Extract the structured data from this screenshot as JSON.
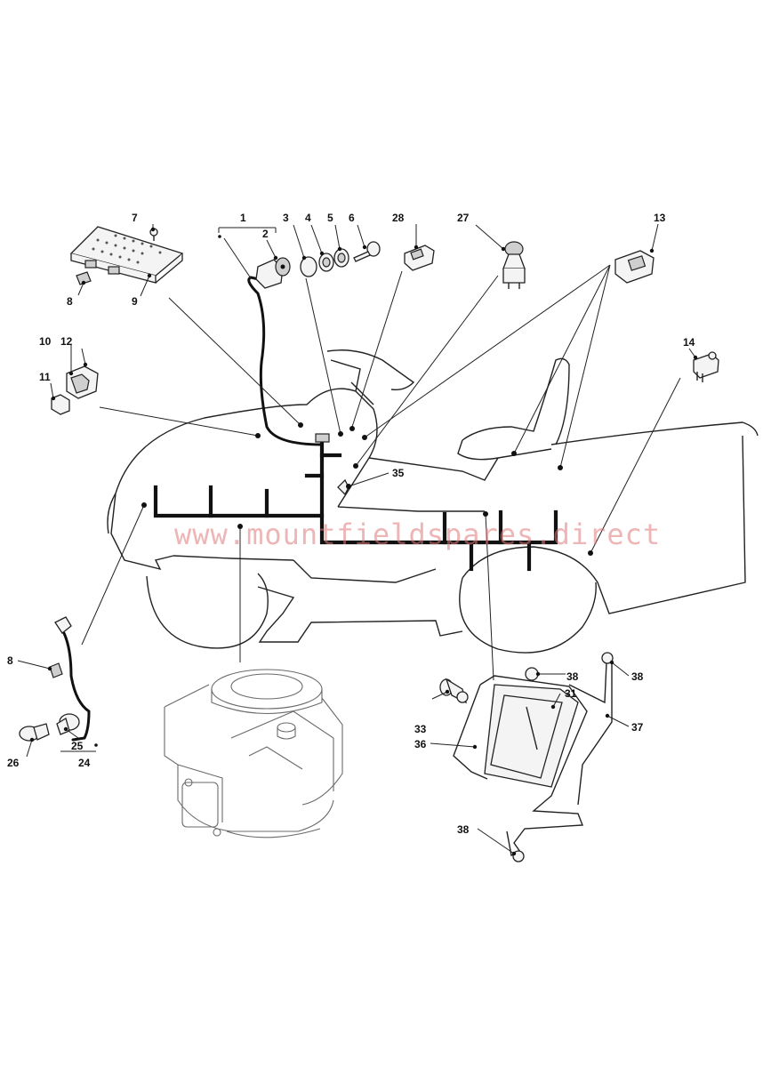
{
  "watermark": "www.mountfieldspares.direct",
  "callouts": {
    "c1": "1",
    "c2": "2",
    "c3": "3",
    "c4": "4",
    "c5": "5",
    "c6": "6",
    "c7": "7",
    "c8a": "8",
    "c8b": "8",
    "c9": "9",
    "c10": "10",
    "c11": "11",
    "c12": "12",
    "c13": "13",
    "c14": "14",
    "c24": "24",
    "c25": "25",
    "c26": "26",
    "c27": "27",
    "c28": "28",
    "c31": "31",
    "c33": "33",
    "c35": "35",
    "c36": "36",
    "c37": "37",
    "c38a": "38",
    "c38b": "38",
    "c38c": "38"
  },
  "icons": {
    "tractor": "ride-on-mower-outline",
    "engine": "engine-outline",
    "battery": "battery-tray",
    "harness": "wiring-harness"
  }
}
